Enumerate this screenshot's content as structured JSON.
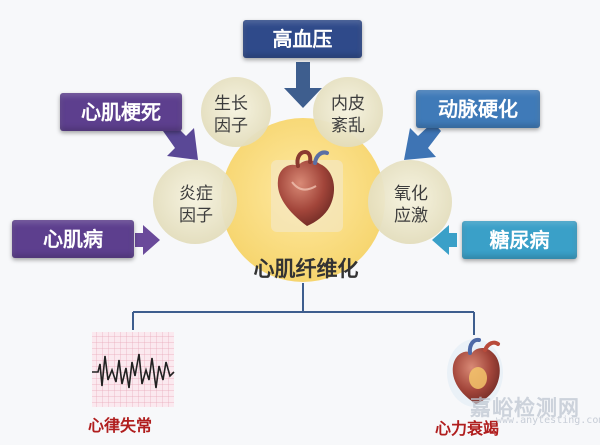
{
  "causes": {
    "hypertension": "高血压",
    "myocardial_infarction": "心肌梗死",
    "arteriosclerosis": "动脉硬化",
    "cardiomyopathy": "心肌病",
    "diabetes": "糖尿病"
  },
  "factors": {
    "growth_factor": [
      "生长",
      "因子"
    ],
    "endothelial_disorder": [
      "内皮",
      "紊乱"
    ],
    "inflammatory_factor": [
      "炎症",
      "因子"
    ],
    "oxidative_stress": [
      "氧化",
      "应激"
    ]
  },
  "center": {
    "label": "心肌纤维化",
    "icon": "heart-icon"
  },
  "outcomes": {
    "arrhythmia": {
      "label": "心律失常",
      "icon": "ecg-strip-icon"
    },
    "heart_failure": {
      "label": "心力衰竭",
      "icon": "heart-failure-icon"
    }
  },
  "watermark": {
    "text": "嘉峪检测网",
    "url": "www.anytesting.com"
  },
  "colors": {
    "dark_blue": "#2f4a8a",
    "purple": "#5d3f8e",
    "mid_blue": "#3f7ab8",
    "cyan": "#3aa0c8",
    "center_yellow": "#f8de84",
    "bubble": "#ebe6c8",
    "connector": "#3e5e8e",
    "outcome_text": "#b01e1e"
  }
}
